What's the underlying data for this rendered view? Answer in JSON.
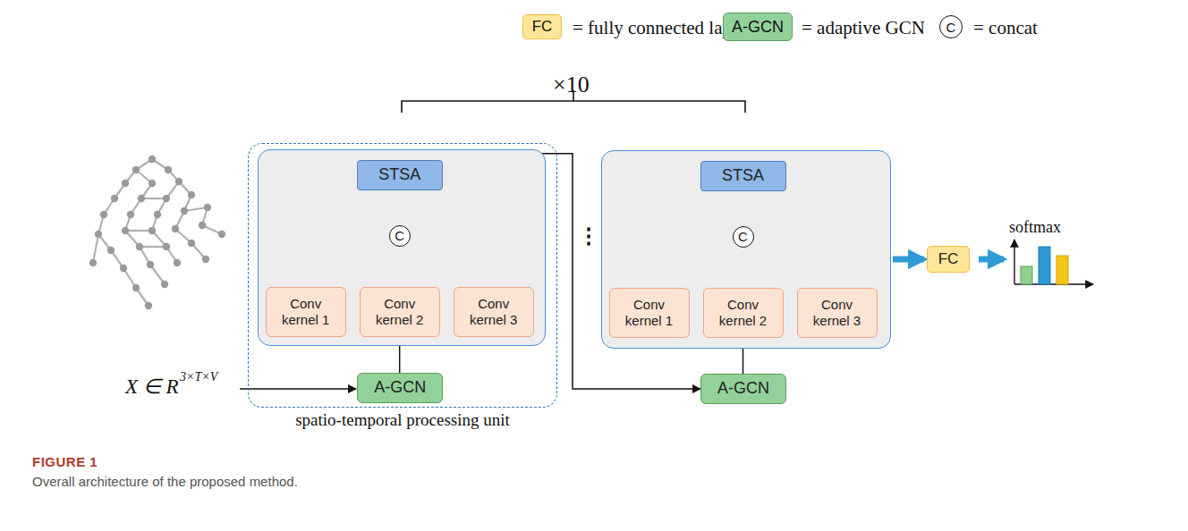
{
  "diagram": {
    "caption": "Overall architecture of the proposed method.",
    "nodes": [
      {
        "text": [
          "spatio-temporal processing unit"
        ]
      },
      {
        "text": [],
        "in": 0
      },
      {
        "text": [
          "STSA"
        ],
        "in": 1
      },
      {
        "text": [
          "C"
        ],
        "in": 1
      },
      {
        "text": [
          "Conv kernel 1"
        ],
        "in": 1
      },
      {
        "text": [
          "Conv kernel 2"
        ],
        "in": 1
      },
      {
        "text": [
          "Conv kernel 3"
        ],
        "in": 1
      },
      {
        "text": [
          "A-GCN"
        ],
        "in": 0
      },
      {
        "text": []
      },
      {
        "text": [
          "STSA"
        ],
        "in": 8
      },
      {
        "text": [
          "C"
        ],
        "in": 8
      },
      {
        "text": [
          "Conv kernel 1"
        ],
        "in": 8
      },
      {
        "text": [
          "Conv kernel 2"
        ],
        "in": 8
      },
      {
        "text": [
          "Conv kernel 3"
        ],
        "in": 8
      },
      {
        "text": [
          "A-GCN"
        ]
      },
      {
        "text": [
          "FC"
        ]
      }
    ],
    "edges": [
      {
        "from": 7,
        "to": 5,
        "arrow": "to"
      },
      {
        "from": 4,
        "to": 3,
        "arrow": "to"
      },
      {
        "from": 5,
        "to": 3,
        "arrow": "to"
      },
      {
        "from": 6,
        "to": 3,
        "arrow": "to"
      },
      {
        "from": 3,
        "to": 2,
        "arrow": "to"
      },
      {
        "from": 2,
        "to": 14,
        "arrow": "to"
      },
      {
        "from": 14,
        "to": 12,
        "arrow": "to"
      },
      {
        "from": 11,
        "to": 10,
        "arrow": "to"
      },
      {
        "from": 12,
        "to": 10,
        "arrow": "to"
      },
      {
        "from": 13,
        "to": 10,
        "arrow": "to"
      },
      {
        "from": 10,
        "to": 9,
        "arrow": "to"
      },
      {
        "from": 8,
        "to": 15,
        "arrow": "to"
      }
    ],
    "labels": [
      "FC",
      "A-GCN",
      "C",
      "×10",
      "⋮",
      "X ∈ R",
      "3×T×V",
      "softmax",
      "FIGURE 1"
    ],
    "legend": [
      {
        "text": "= fully connected layer",
        "color": "#ffe699"
      },
      {
        "text": "= adaptive GCN",
        "color": "#93d19a"
      },
      {
        "text": "= concat"
      }
    ]
  }
}
